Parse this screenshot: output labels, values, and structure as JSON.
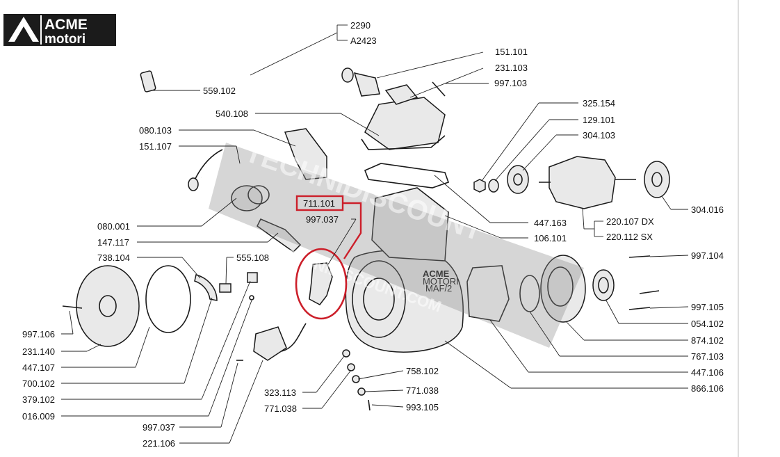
{
  "logo": {
    "brand": "ACME",
    "sub": "motori"
  },
  "watermark": {
    "text": "TECHNIDISCOUNT",
    "url": "WWW.TECHNIDISCOUNT.COM"
  },
  "engine_marking": {
    "line1": "ACME",
    "line2": "MOTORI",
    "line3": "MAF/2"
  },
  "highlighted_part": "711.101",
  "labels": {
    "l2290": "2290",
    "a2423": "A2423",
    "l151101": "151.101",
    "l231103": "231.103",
    "l997103": "997.103",
    "l559102": "559.102",
    "l540108": "540.108",
    "l325154": "325.154",
    "l129101": "129.101",
    "l304103": "304.103",
    "l080103": "080.103",
    "l151107": "151.107",
    "l711101": "711.101",
    "l997037a": "997.037",
    "l080001": "080.001",
    "l147117": "147.117",
    "l738104": "738.104",
    "l555108": "555.108",
    "l447163": "447.163",
    "l106101": "106.101",
    "l304016": "304.016",
    "l220107": "220.107 DX",
    "l220112": "220.112 SX",
    "l997104": "997.104",
    "l997105": "997.105",
    "l054102": "054.102",
    "l874102": "874.102",
    "l767103": "767.103",
    "l447106": "447.106",
    "l866106": "866.106",
    "l997106": "997.106",
    "l231140": "231.140",
    "l447107": "447.107",
    "l700102": "700.102",
    "l379102": "379.102",
    "l016009": "016.009",
    "l997037b": "997.037",
    "l221106": "221.106",
    "l323113": "323.113",
    "l771038a": "771.038",
    "l758102": "758.102",
    "l771038b": "771.038",
    "l993105": "993.105"
  }
}
